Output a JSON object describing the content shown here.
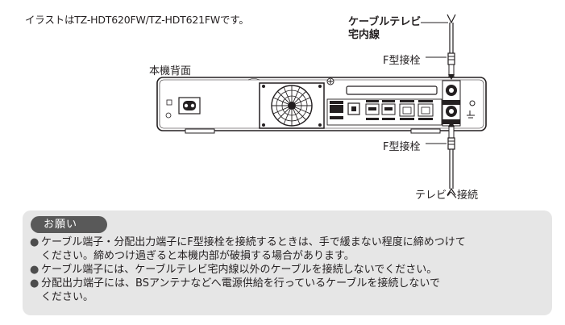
{
  "caption": "イラストはTZ-HDT620FW/TZ-HDT621FWです。",
  "diagram": {
    "cable_line_title_1": "ケーブルテレビ",
    "cable_line_title_2": "宅内線",
    "rear_panel_label": "本機背面",
    "f_connector_top": "F型接栓",
    "f_connector_bottom": "F型接栓",
    "tv_connection": "テレビへ接続"
  },
  "notice": {
    "badge": "お願い",
    "bullet_symbol": "●",
    "items": [
      {
        "lines": [
          "ケーブル端子・分配出力端子にF型接栓を接続するときは、手で緩まない程度に締めつけて",
          "ください。締めつけ過ぎると本機内部が破損する場合があります。"
        ]
      },
      {
        "lines": [
          "ケーブル端子には、ケーブルテレビ宅内線以外のケーブルを接続しないでください。"
        ]
      },
      {
        "lines": [
          "分配出力端子には、BSアンテナなどへ電源供給を行っているケーブルを接続しないで",
          "ください。"
        ]
      }
    ]
  },
  "colors": {
    "ink": "#231f20",
    "notice_bg": "#e6e6e6",
    "badge_bg": "#595959"
  }
}
